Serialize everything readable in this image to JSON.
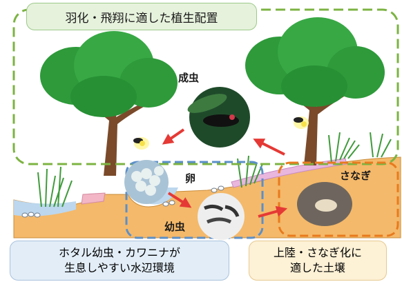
{
  "title": "羽化・飛翔に適した植生配置",
  "labels": {
    "adult": "成虫",
    "egg": "卵",
    "larva": "幼虫",
    "pupa": "さなぎ"
  },
  "captions": {
    "water_line1": "ホタル幼虫・カワニナが",
    "water_line2": "生息しやすい水辺環境",
    "soil_line1": "上陸・さなぎ化に",
    "soil_line2": "適した土壌"
  },
  "colors": {
    "vegetation_frame": "#7cb342",
    "water_frame": "#5b8fc9",
    "soil_frame": "#e87a1e",
    "arrow": "#e53935",
    "soil": "#f4b96a",
    "water": "#bcd7ee",
    "foliage": "#2e9a3a",
    "trunk": "#7a4a2a"
  },
  "icons": [
    "firefly-icon",
    "tree-icon",
    "grass-icon",
    "arrow-icon"
  ]
}
